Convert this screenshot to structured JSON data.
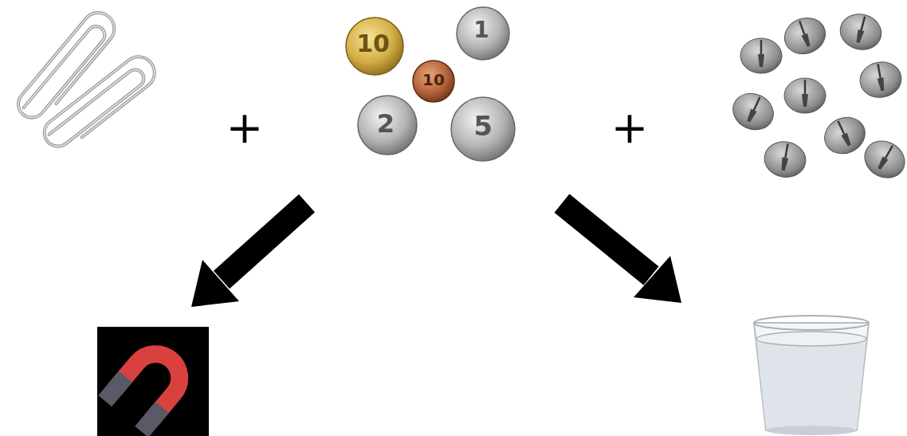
{
  "diagram": {
    "labels": [
      "+",
      "+",
      "10",
      "1",
      "10",
      "2",
      "5"
    ]
  }
}
